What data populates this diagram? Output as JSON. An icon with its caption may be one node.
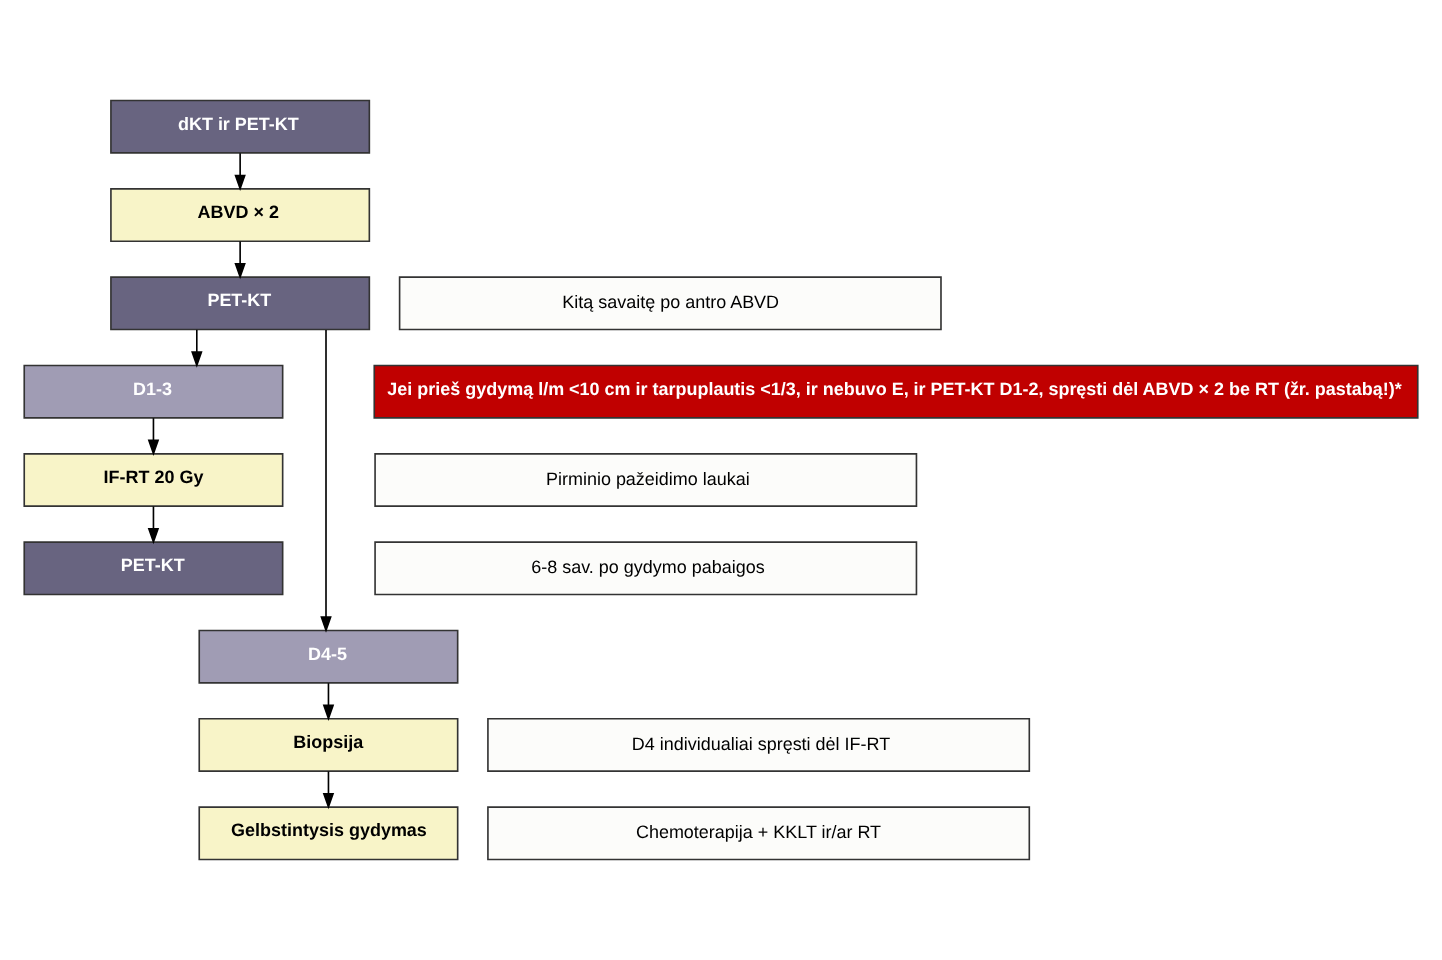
{
  "diagram": {
    "nodes": [
      {
        "text": [
          "dKT ir PET-KT"
        ]
      },
      {
        "text": [
          "ABVD × 2"
        ]
      },
      {
        "text": [
          "PET-KT"
        ]
      },
      {
        "text": [
          "Kitą savaitę po antro ABVD"
        ]
      },
      {
        "text": [
          "D1-3"
        ]
      },
      {
        "text": [
          "Jei prieš gydymą l/m <10 cm ir tarpuplautis <1/3, ir nebuvo E, ir PET-KT D1-2, spręsti dėl ABVD × 2 be RT (žr. pastabą!)*"
        ]
      },
      {
        "text": [
          "IF-RT 20 Gy"
        ]
      },
      {
        "text": [
          "Pirminio pažeidimo laukai"
        ]
      },
      {
        "text": [
          "PET-KT"
        ]
      },
      {
        "text": [
          "6-8 sav. po gydymo pabaigos"
        ]
      },
      {
        "text": [
          "D4-5"
        ]
      },
      {
        "text": [
          "Biopsija"
        ]
      },
      {
        "text": [
          "D4 individualiai spręsti dėl IF-RT"
        ]
      },
      {
        "text": [
          "Gelbstintysis gydymas"
        ]
      },
      {
        "text": [
          "Chemoterapija + KKLT ir/ar RT"
        ]
      }
    ],
    "edges": [
      {
        "from": 0,
        "to": 1,
        "arrow": "to"
      },
      {
        "from": 1,
        "to": 2,
        "arrow": "to"
      },
      {
        "from": 2,
        "to": 4,
        "arrow": "to"
      },
      {
        "from": 2,
        "to": 10,
        "arrow": "to"
      },
      {
        "from": 4,
        "to": 6,
        "arrow": "to"
      },
      {
        "from": 6,
        "to": 8,
        "arrow": "to"
      },
      {
        "from": 10,
        "to": 11,
        "arrow": "to"
      },
      {
        "from": 11,
        "to": 13,
        "arrow": "to"
      }
    ]
  }
}
